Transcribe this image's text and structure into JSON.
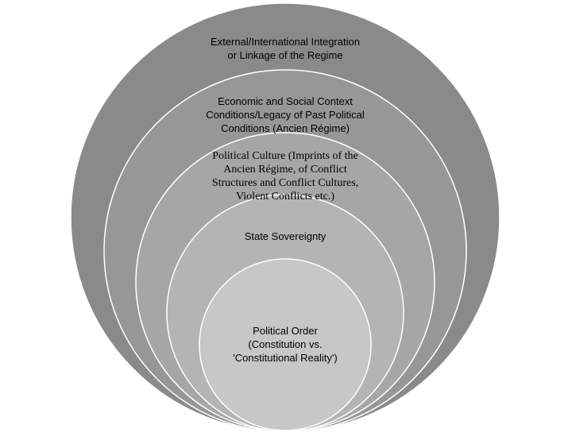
{
  "diagram": {
    "fill_colors": [
      "#8a8a8a",
      "#979797",
      "#a6a6a6",
      "#b4b4b4",
      "#c7c7c7"
    ],
    "stroke_color": "#ffffff",
    "layers": [
      {
        "id": "external",
        "lines": [
          "External/International Integration",
          "or Linkage of the Regime"
        ]
      },
      {
        "id": "economic",
        "lines": [
          "Economic and Social Context",
          "Conditions/Legacy of Past Political",
          "Conditions (Ancien Régime)"
        ]
      },
      {
        "id": "culture",
        "lines": [
          "Political Culture (Imprints of the",
          "Ancien Régime, of Conflict",
          "Structures and Conflict Cultures,",
          "Violent Conflicts etc.)"
        ]
      },
      {
        "id": "sovereignty",
        "lines": [
          "State Sovereignty"
        ]
      },
      {
        "id": "order",
        "lines": [
          "Political Order",
          "(Constitution vs.",
          "'Constitutional Reality')"
        ]
      }
    ]
  }
}
